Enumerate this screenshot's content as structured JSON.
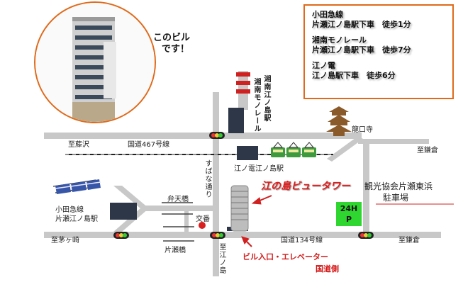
{
  "info_box": {
    "entries": [
      {
        "line1": "小田急線",
        "line2": "片瀬江ノ島駅下車　徒歩1分"
      },
      {
        "line1": "湘南モノレール",
        "line2": "片瀬江ノ島駅下車　徒歩7分"
      },
      {
        "line1": "江ノ電",
        "line2": "江ノ島駅下車　徒歩6分"
      }
    ]
  },
  "photo": {
    "callout_line1": "このビル",
    "callout_line2": "です！"
  },
  "labels": {
    "monorail_station": "湘南江ノ島駅",
    "monorail_line": "湘南モノレール",
    "ryukoji": "龍口寺",
    "fujisawa": "至藤沢",
    "route467": "国道467号線",
    "kamakura_top": "至鎌倉",
    "enoden_station": "江ノ電江ノ島駅",
    "subana_street": "すばな通り",
    "tower_name": "江の島ビュータワー",
    "tourism_parking_line1": "観光協会片瀬東浜",
    "tourism_parking_line2": "駐車場",
    "parking_sign": "24H\nP",
    "benten_bridge": "弁天橋",
    "koban": "交番",
    "odakyu_station": "小田急線\n片瀬江ノ島駅",
    "chigasaki": "至茅ヶ崎",
    "route134": "国道134号線",
    "kamakura_bottom": "至鎌倉",
    "katase_bridge": "片瀬橋",
    "to_enoshima": "至江ノ島",
    "entrance_line1": "ビル入口・エレベーター",
    "entrance_line2": "国道側"
  },
  "colors": {
    "accent": "#e06a1a",
    "tower_red": "#e21b1b",
    "road": "#bdbdbd",
    "parking_green": "#2fd62f",
    "train_green": "#3d9a3d"
  }
}
